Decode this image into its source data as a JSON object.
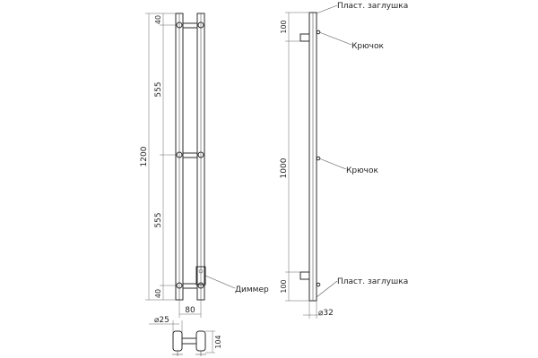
{
  "dimensions": {
    "total_height": "1200",
    "top_gap": "40",
    "upper_span": "555",
    "lower_span": "555",
    "bottom_gap": "40",
    "width": "80",
    "tube_diameter": "25",
    "depth": "104",
    "side_top": "100",
    "side_middle": "1000",
    "side_bottom": "100",
    "side_diameter": "32"
  },
  "callouts": {
    "top_cap": "Пласт. заглушка",
    "hook_upper": "Крючок",
    "hook_middle": "Крючок",
    "bottom_cap": "Пласт. заглушка",
    "dimmer": "Диммер"
  },
  "prefix": {
    "diameter": "⌀"
  }
}
